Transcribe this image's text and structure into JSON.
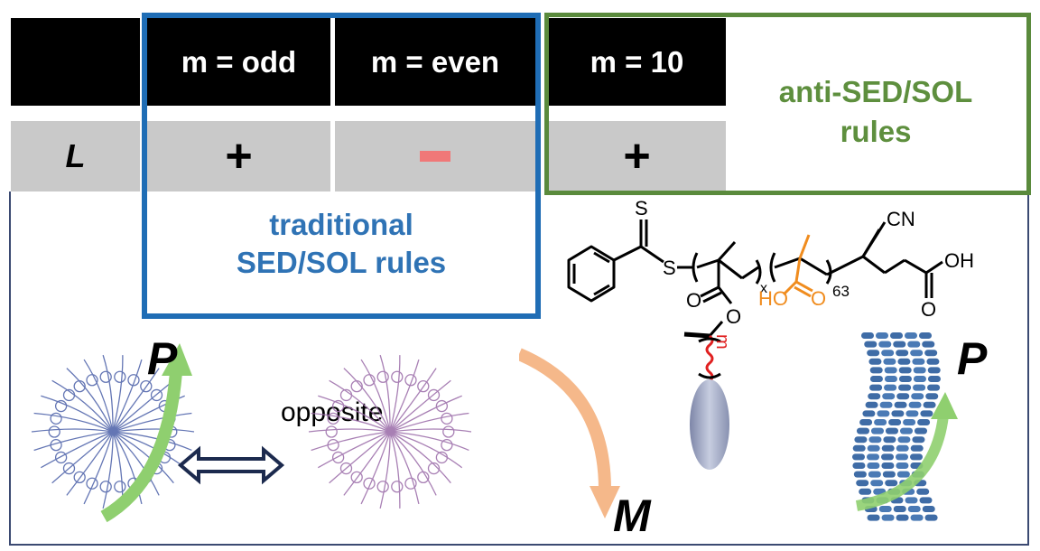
{
  "table": {
    "row_label": "L",
    "columns": [
      {
        "header": "m = odd",
        "sign": "+",
        "sign_color": "#000000"
      },
      {
        "header": "m = even",
        "sign": "−",
        "sign_color": "#f07878"
      },
      {
        "header": "m = 10",
        "sign": "+",
        "sign_color": "#000000"
      }
    ]
  },
  "groups": {
    "traditional": {
      "line1": "traditional",
      "line2": "SED/SOL rules",
      "color": "#2f73b5"
    },
    "anti": {
      "line1": "anti-SED/SOL",
      "line2": "rules",
      "color": "#5e8f3e"
    }
  },
  "structure": {
    "labels": {
      "s_top": "S",
      "s_link": "S",
      "o_ester": "O",
      "o_ether": "O",
      "x": "x",
      "ho": "HO",
      "o_acid": "O",
      "n63": "63",
      "cn": "CN",
      "oh": "OH",
      "o_end": "O",
      "m": "m"
    },
    "colors": {
      "backbone": "#000000",
      "acid_unit": "#f08c1e",
      "spacer": "#e02020"
    }
  },
  "helices": {
    "left": {
      "label": "P",
      "arrow_color": "#8fcf6f",
      "dendron_color": "#4a5fa8"
    },
    "middle": {
      "label": "M",
      "arrow_color": "#f5b88a",
      "dendron_color": "#9a6aa8"
    },
    "right": {
      "label": "P",
      "arrow_color": "#8fcf6f",
      "rod_color": "#4a7ab5"
    },
    "relation": "opposite"
  }
}
